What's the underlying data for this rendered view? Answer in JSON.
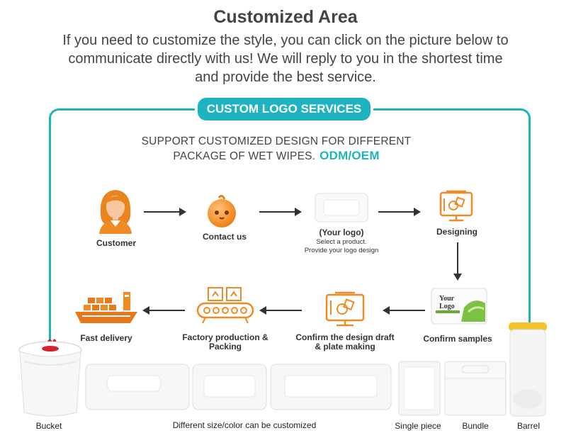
{
  "header": {
    "title": "Customized Area",
    "intro": "If you need to customize the style, you can click on the picture below to communicate directly with us! We will reply to you in the shortest time and provide the best service."
  },
  "section": {
    "badge": "CUSTOM LOGO SERVICES",
    "support_line1": "SUPPORT CUSTOMIZED DESIGN FOR DIFFERENT",
    "support_line2": "PACKAGE OF WET WIPES.",
    "support_highlight": "ODM/OEM"
  },
  "steps": {
    "customer": "Customer",
    "contact": "Contact us",
    "your_logo": "(Your logo)",
    "your_logo_sub1": "Select a product.",
    "your_logo_sub2": "Provide your logo design",
    "designing": "Designing",
    "confirm_samples": "Confirm samples",
    "confirm_draft1": "Confirm the design draft",
    "confirm_draft2": "& plate making",
    "factory1": "Factory production &",
    "factory2": "Packing",
    "delivery": "Fast delivery",
    "sample_pack_logo": "Your Logo"
  },
  "products": {
    "bucket": "Bucket",
    "sizes": "Different size/color can be customized",
    "single": "Single piece",
    "bundle": "Bundle",
    "barrel": "Barrel"
  },
  "colors": {
    "accent": "#1db3c0",
    "icon_orange": "#f08a24"
  }
}
